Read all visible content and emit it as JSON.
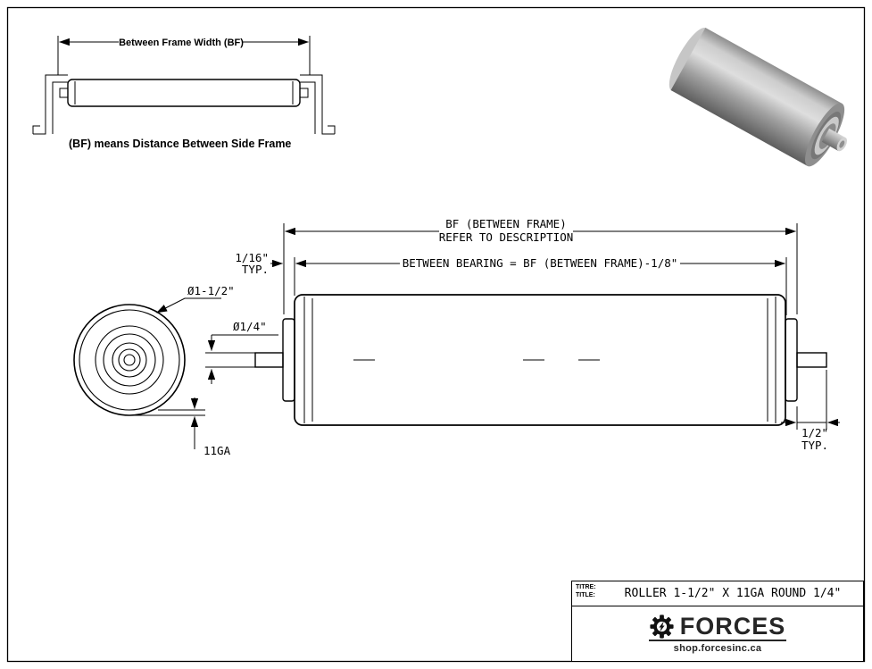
{
  "inset": {
    "dim_label": "Between Frame Width (BF)",
    "caption": "(BF) means Distance Between Side Frame"
  },
  "drawing": {
    "bf_label_1": "BF (BETWEEN FRAME)",
    "bf_label_2": "REFER TO DESCRIPTION",
    "between_bearing_label": "BETWEEN BEARING = BF (BETWEEN FRAME)-1/8\"",
    "left_typ_1": "1/16\"",
    "left_typ_2": "TYP.",
    "roller_dia_label": "Ø1-1/2\"",
    "shaft_dia_label": "Ø1/4\"",
    "gauge_label": "11GA",
    "right_typ_1": "1/2\"",
    "right_typ_2": "TYP."
  },
  "title_block": {
    "titre_label": "TITRE:",
    "title_label": "TITLE:",
    "title": "ROLLER 1-1/2\" X 11GA ROUND 1/4\"",
    "brand": "FORCES",
    "website": "shop.forcesinc.ca"
  }
}
